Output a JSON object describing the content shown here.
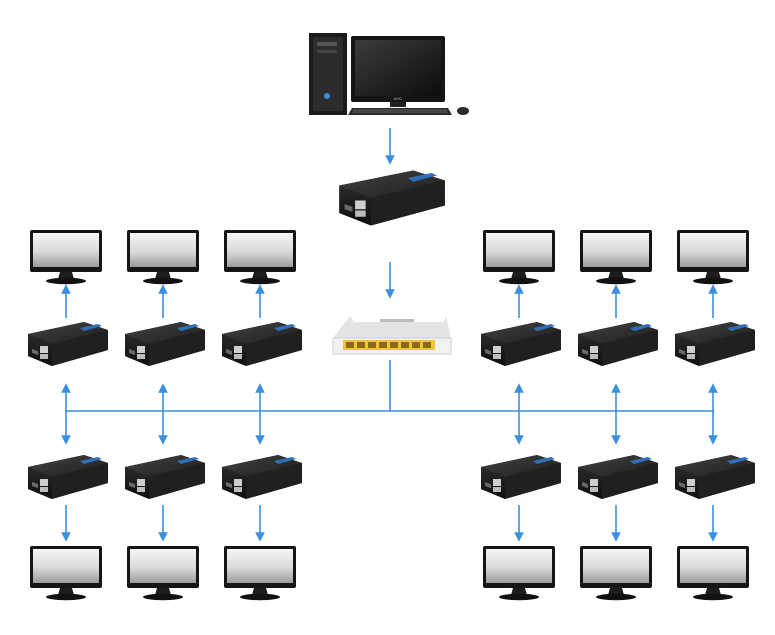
{
  "diagram": {
    "type": "hdmi-over-ip-extender-topology",
    "source": {
      "device": "desktop-computer",
      "monitor_logo": "AOC"
    },
    "transmitter": {
      "device": "hdmi-extender-transmitter"
    },
    "switch": {
      "device": "network-switch",
      "ports": 8
    },
    "receiver_groups": [
      {
        "name": "left",
        "rows": 2,
        "columns": 3
      },
      {
        "name": "right",
        "rows": 2,
        "columns": 3
      }
    ],
    "receiver_count": 12,
    "display_count": 12
  },
  "colors": {
    "arrow": "#3a8fde",
    "device_body": "#1f1f1f",
    "device_top": "#333333",
    "screen_bezel": "#151515",
    "switch_body": "#f2f2f2",
    "switch_ports": "#f0c33a"
  },
  "icons": {
    "computer": "desktop-computer-icon",
    "extender": "hdmi-extender-icon",
    "switch": "network-switch-icon",
    "monitor": "flat-monitor-icon"
  }
}
